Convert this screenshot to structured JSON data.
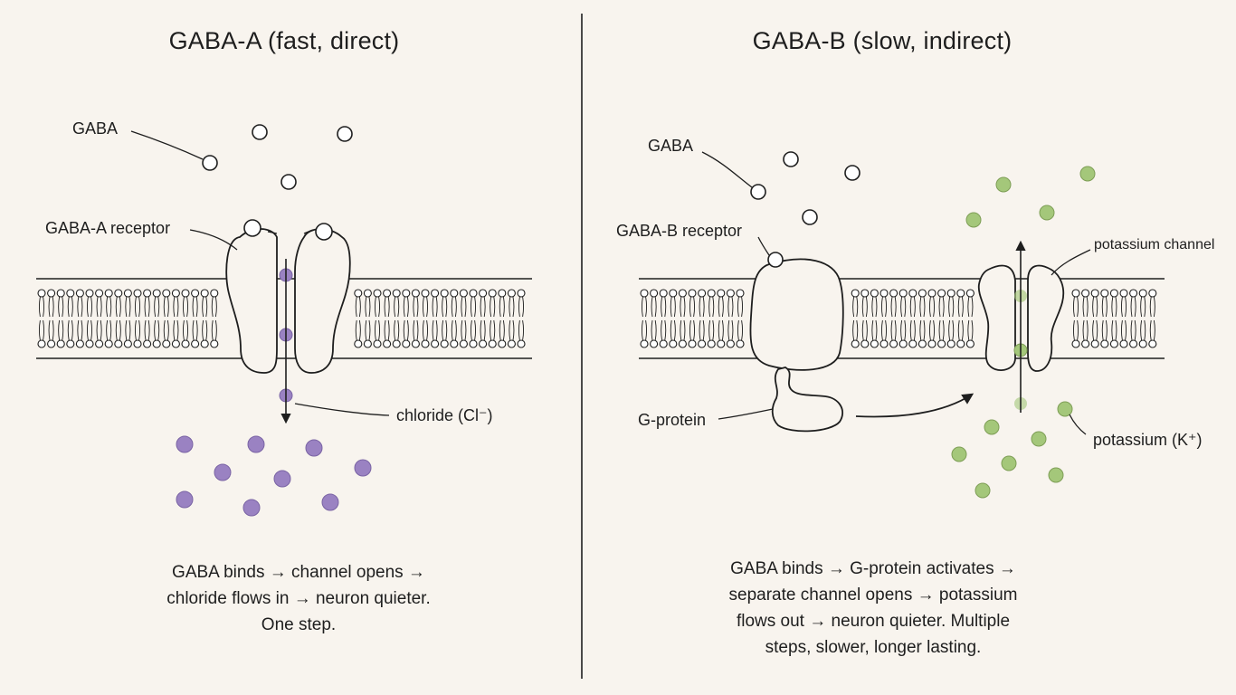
{
  "colors": {
    "background": "#f8f4ee",
    "line": "#1e1e1e",
    "chloride": "#9a82c2",
    "potassium": "#a4c77a",
    "gaba": "#ffffff"
  },
  "left": {
    "title": "GABA-A (fast, direct)",
    "labels": {
      "gaba": "GABA",
      "receptor": "GABA-A receptor",
      "ion": "chloride (Cl⁻)"
    },
    "caption": [
      "GABA binds → channel opens →",
      "chloride flows in → neuron quieter.",
      "One step."
    ]
  },
  "right": {
    "title": "GABA-B (slow, indirect)",
    "labels": {
      "gaba": "GABA",
      "receptor": "GABA-B receptor",
      "channel": "potassium channel",
      "gprotein": "G-protein",
      "ion": "potassium (K⁺)"
    },
    "caption": [
      "GABA binds → G-protein activates →",
      "separate channel opens → potassium",
      "flows out → neuron quieter. Multiple",
      "steps, slower, longer lasting."
    ]
  }
}
